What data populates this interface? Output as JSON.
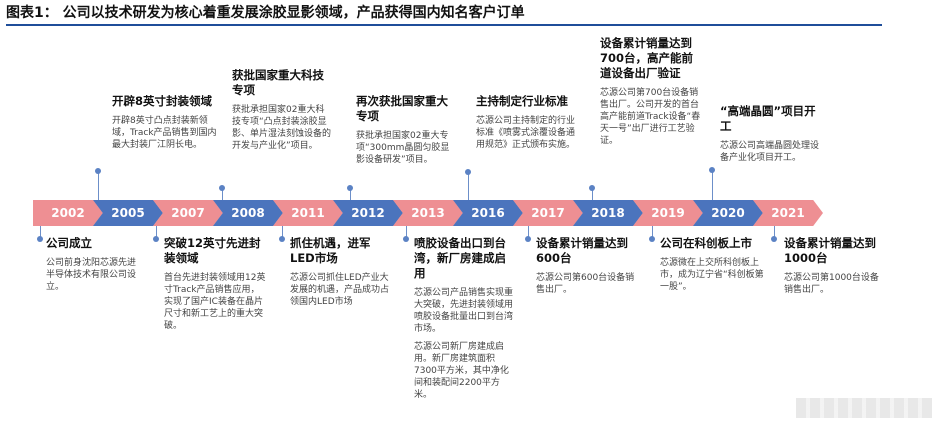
{
  "header": {
    "title": "图表1：  公司以技术研发为核心着重发展涂胶显影领域，产品获得国内知名客户订单"
  },
  "timeline": {
    "years": [
      "2002",
      "2005",
      "2007",
      "2008",
      "2011",
      "2012",
      "2013",
      "2016",
      "2017",
      "2018",
      "2019",
      "2020",
      "2021"
    ],
    "colors": [
      "pink",
      "blue",
      "pink",
      "blue",
      "pink",
      "blue",
      "pink",
      "blue",
      "pink",
      "blue",
      "pink",
      "blue",
      "pink"
    ]
  },
  "colors": {
    "pink": "#ee8f93",
    "blue": "#4b74bd",
    "rule": "#1f4e9a"
  },
  "events": {
    "e2002": {
      "title": "公司成立",
      "desc": "公司前身沈阳芯源先进半导体技术有限公司设立。"
    },
    "e2005": {
      "title": "开辟8英寸封装领域",
      "desc": "开辟8英寸凸点封装新领域，Track产品销售到国内最大封装厂江阴长电。"
    },
    "e2007": {
      "title": "突破12英寸先进封装领域",
      "desc": "首台先进封装领域用12英寸Track产品销售应用，实现了国产IC装备在晶片尺寸和新工艺上的重大突破。"
    },
    "e2008": {
      "title": "获批国家重大科技专项",
      "desc": "获批承担国家02重大科技专项“凸点封装涂胶显影、单片湿法刻蚀设备的开发与产业化”项目。"
    },
    "e2011": {
      "title": "抓住机遇，进军LED市场",
      "desc": "芯源公司抓住LED产业大发展的机遇，产品成功占领国内LED市场"
    },
    "e2012": {
      "title": "再次获批国家重大专项",
      "desc": "获批承担国家02重大专项“300mm晶圆匀胶显影设备研发”项目。"
    },
    "e2013": {
      "title": "喷胶设备出口到台湾，新厂房建成启用",
      "desc": "芯源公司产品销售实现重大突破，先进封装领域用喷胶设备批量出口到台湾市场。",
      "desc2": "芯源公司新厂房建成启用。新厂房建筑面积7300平方米，其中净化间和装配间2200平方米。"
    },
    "e2016": {
      "title": "主持制定行业标准",
      "desc": "芯源公司主持制定的行业标准《喷雾式涂覆设备通用规范》正式颁布实施。"
    },
    "e2017": {
      "title": "设备累计销量达到600台",
      "desc": "芯源公司第600台设备销售出厂。"
    },
    "e2018": {
      "title": "设备累计销量达到700台，高产能前道设备出厂验证",
      "desc": "芯源公司第700台设备销售出厂。公司开发的首台高产能前道Track设备“春天一号”出厂进行工艺验证。"
    },
    "e2019": {
      "title": "公司在科创板上市",
      "desc": "芯源微在上交所科创板上市，成为辽宁省“科创板第一股”。"
    },
    "e2020": {
      "title": "“高端晶圆”项目开工",
      "desc": "芯源公司高端晶圆处理设备产业化项目开工。"
    },
    "e2021": {
      "title": "设备累计销量达到1000台",
      "desc": "芯源公司第1000台设备销售出厂。"
    }
  }
}
